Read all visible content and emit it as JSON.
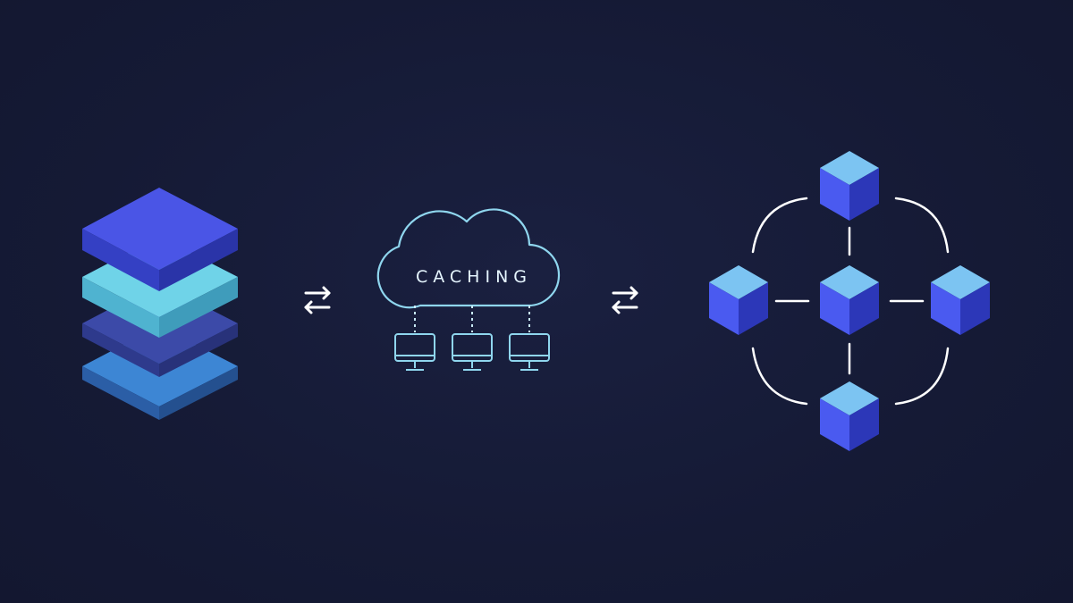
{
  "colors": {
    "background": "#151a35",
    "layer_top": "#4a55e6",
    "layer_cyan": "#6fd3e8",
    "layer_indigo": "#3c4aa8",
    "layer_blue": "#3d86d4",
    "cloud_stroke": "#8fd6ee",
    "arrow": "#ffffff",
    "cube_top": "#7cc4f2",
    "cube_left": "#4a5af0",
    "cube_right": "#2c37b8",
    "connector": "#ffffff"
  },
  "database_stack": {
    "icon": "database-layers-icon",
    "layers": [
      "top",
      "cyan",
      "indigo",
      "blue"
    ]
  },
  "arrows": [
    {
      "icon": "swap-arrows-icon"
    },
    {
      "icon": "swap-arrows-icon"
    }
  ],
  "cache": {
    "label": "CACHING",
    "icon": "cloud-icon",
    "clients": [
      {
        "icon": "monitor-icon"
      },
      {
        "icon": "monitor-icon"
      },
      {
        "icon": "monitor-icon"
      }
    ]
  },
  "network": {
    "icon": "node-network-icon",
    "nodes": [
      "top",
      "left",
      "center",
      "right",
      "bottom"
    ]
  }
}
